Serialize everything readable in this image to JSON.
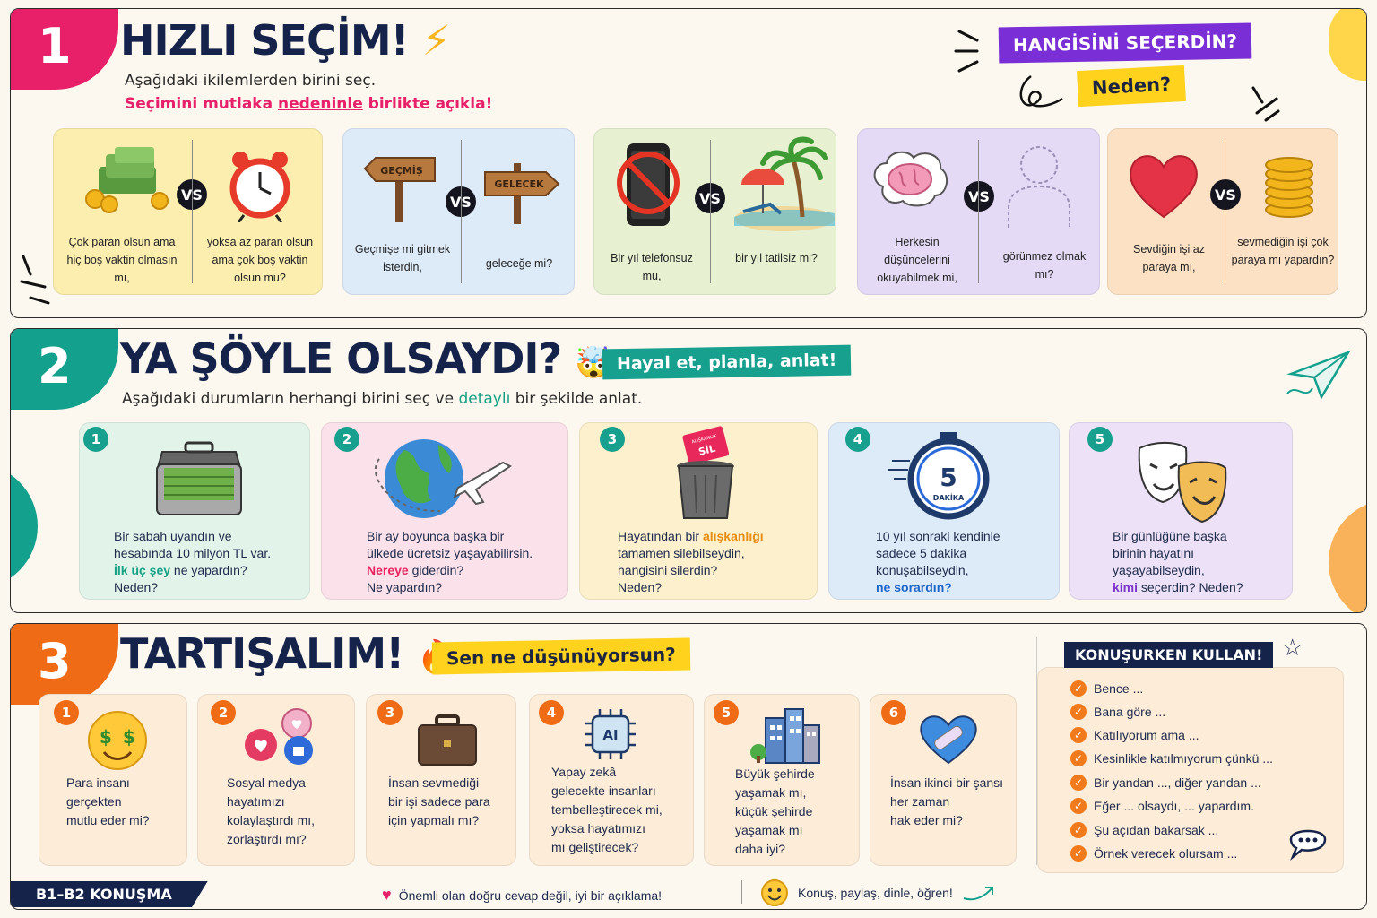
{
  "s1": {
    "num": "1",
    "title": "HIZLI SEÇİM!",
    "sub1": "Aşağıdaki ikilemlerden birini seç.",
    "sub2_a": "Seçimini mutlaka ",
    "sub2_b": "nedeninle",
    "sub2_c": " birlikte açıkla!",
    "banner": "HANGİSİNİ SEÇERDİN?",
    "banner2": "Neden?",
    "vs": "VS",
    "cards": [
      {
        "left": "Çok paran olsun ama hiç boş vaktin olmasın mı,",
        "right": "yoksa az paran olsun ama çok boş vaktin olsun mu?"
      },
      {
        "left": "Geçmişe mi gitmek isterdin,",
        "right": "geleceğe mi?",
        "sign_left": "GEÇMİŞ",
        "sign_right": "GELECEK"
      },
      {
        "left": "Bir yıl telefonsuz mu,",
        "right": "bir yıl tatilsiz mi?"
      },
      {
        "left": "Herkesin düşüncelerini okuyabilmek mi,",
        "right": "görünmez olmak mı?"
      },
      {
        "left": "Sevdiğin işi az paraya mı,",
        "right": "sevmediğin işi çok paraya mı yapardın?"
      }
    ]
  },
  "s2": {
    "num": "2",
    "title": "YA ŞÖYLE OLSAYDI?",
    "pill": "Hayal et, planla, anlat!",
    "sub_a": "Aşağıdaki durumların herhangi birini seç ve ",
    "sub_b": "detaylı",
    "sub_c": " bir şekilde anlat.",
    "cards": [
      {
        "n": "1",
        "l1": "Bir sabah uyandın ve",
        "l2": "hesabında 10 milyon TL var.",
        "l3a": "İlk üç şey",
        "l3b": " ne yapardın?",
        "l4": "Neden?"
      },
      {
        "n": "2",
        "l1": "Bir ay boyunca başka bir",
        "l2": "ülkede ücretsiz yaşayabilirsin.",
        "l3a": "Nereye",
        "l3b": " giderdin?",
        "l4": "Ne yapardın?"
      },
      {
        "n": "3",
        "l1a": "Hayatından bir ",
        "l1b": "alışkanlığı",
        "l2": "tamamen silebilseydin,",
        "l3": "hangisini silerdin?",
        "l4": "Neden?",
        "sign": "SİL",
        "sign_small": "ALIŞKANLIK"
      },
      {
        "n": "4",
        "l1": "10 yıl sonraki kendinle",
        "l2": "sadece 5 dakika",
        "l3": "konuşabilseydin,",
        "l4": "ne sorardın?",
        "clock_num": "5",
        "clock_label": "DAKİKA"
      },
      {
        "n": "5",
        "l1": "Bir günlüğüne başka",
        "l2": "birinin hayatını",
        "l3": "yaşayabilseydin,",
        "l4a": "kimi",
        "l4b": " seçerdin? Neden?"
      }
    ]
  },
  "s3": {
    "num": "3",
    "title": "TARTIŞALIM!",
    "pill": "Sen ne düşünüyorsun?",
    "cards": [
      {
        "n": "1",
        "lines": [
          "Para insanı",
          "gerçekten",
          "mutlu eder mi?"
        ]
      },
      {
        "n": "2",
        "lines": [
          "Sosyal medya",
          "hayatımızı",
          "kolaylaştırdı mı,",
          "zorlaştırdı mı?"
        ]
      },
      {
        "n": "3",
        "lines": [
          "İnsan sevmediği",
          "bir işi sadece para",
          "için yapmalı mı?"
        ]
      },
      {
        "n": "4",
        "lines": [
          "Yapay zekâ",
          "gelecekte insanları",
          "tembelleştirecek mi,",
          "yoksa hayatımızı",
          "mı geliştirecek?"
        ],
        "chip": "AI"
      },
      {
        "n": "5",
        "lines": [
          "Büyük şehirde",
          "yaşamak mı,",
          "küçük şehirde",
          "yaşamak mı",
          "daha iyi?"
        ]
      },
      {
        "n": "6",
        "lines": [
          "İnsan ikinci bir şansı",
          "her zaman",
          "hak eder mi?"
        ]
      }
    ],
    "phrases_title": "KONUŞURKEN KULLAN!",
    "phrases": [
      "Bence ...",
      "Bana göre ...",
      "Katılıyorum ama ...",
      "Kesinlikle katılmıyorum çünkü ...",
      "Bir yandan ..., diğer yandan ...",
      "Eğer ... olsaydı, ... yapardım.",
      "Şu açıdan bakarsak ...",
      "Örnek verecek olursam ..."
    ],
    "level": "B1–B2 KONUŞMA",
    "footer1": "Önemli olan doğru cevap değil, iyi bir açıklama!",
    "footer2": "Konuş, paylaş, dinle, öğren!"
  }
}
